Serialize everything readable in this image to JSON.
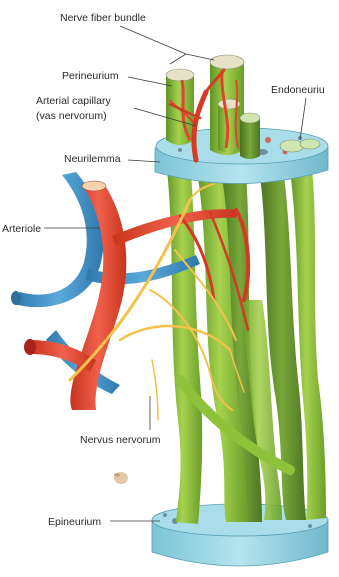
{
  "labels": {
    "nerve_fiber_bundle": "Nerve fiber bundle",
    "perineurium": "Perineurium",
    "arterial_capillary_line1": "Arterial capillary",
    "arterial_capillary_line2": "(vas nervorum)",
    "endoneurium": "Endoneuriu",
    "neurilemma": "Neurilemma",
    "arteriole": "Arteriole",
    "nervus_nervorum": "Nervus nervorum",
    "epineurium": "Epineurium"
  },
  "colors": {
    "fiber_green": "#8fc23b",
    "fiber_dark": "#5a8a25",
    "epineurium_blue": "#8fd3e2",
    "artery_red": "#e0452d",
    "vein_blue": "#3f8fc6",
    "nerve_yellow": "#f2c24a"
  }
}
